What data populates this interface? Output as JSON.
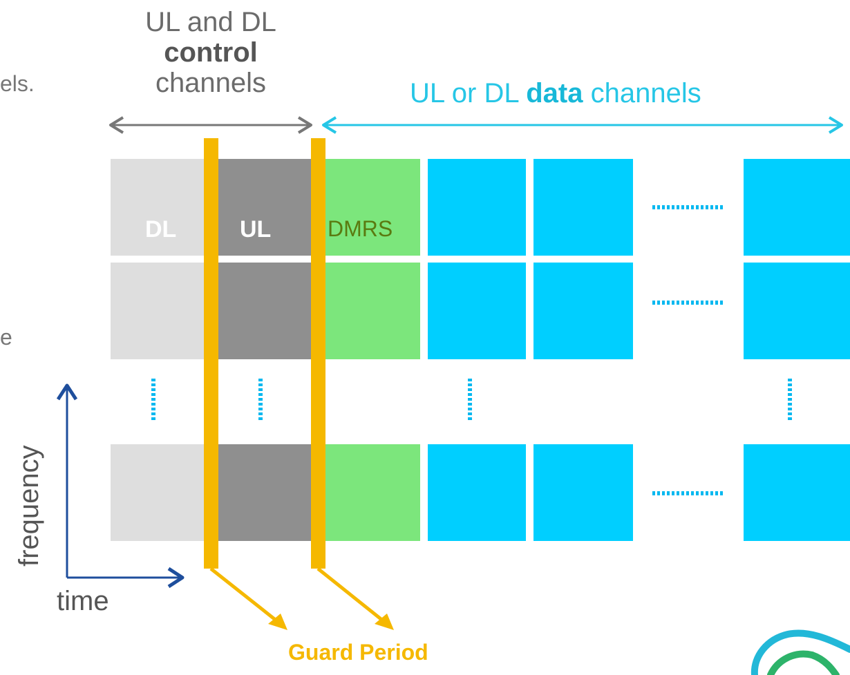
{
  "header": {
    "control_line1": "UL and DL",
    "control_line2": "control",
    "control_line3": "channels",
    "data_prefix": "UL or DL",
    "data_bold": "data",
    "data_suffix": "channels"
  },
  "side_fragments": {
    "top": "els.",
    "mid": "e"
  },
  "cells": {
    "dl": "DL",
    "ul": "UL",
    "dmrs": "DMRS"
  },
  "axes": {
    "vertical": "frequency",
    "horizontal": "time"
  },
  "guard_label": "Guard Period",
  "colors": {
    "dl": "#dedede",
    "ul": "#8f8f8f",
    "dmrs": "#7ce67c",
    "data": "#00cfff",
    "guard": "#f5b800",
    "axis": "#1e4e9c"
  },
  "icons": [
    "left-right-arrow-icon",
    "logo-icon"
  ]
}
